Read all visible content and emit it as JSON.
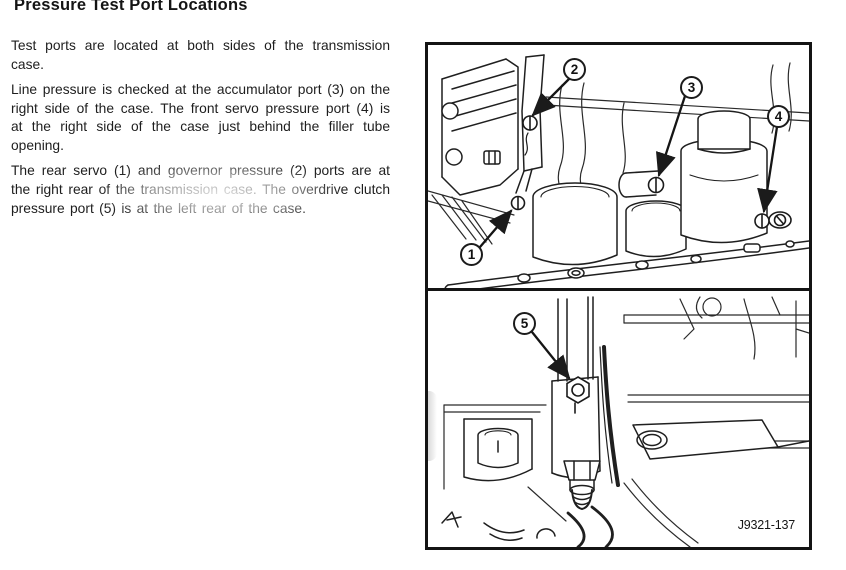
{
  "document": {
    "heading": "Pressure Test Port Locations",
    "paragraphs": [
      "Test ports are located at both sides of the transmis­sion case.",
      "Line pressure is checked at the accumulator port (3) on the right side of the case. The front servo pressure port (4) is at the right side of the case just behind the filler tube opening.",
      "The rear servo (1) and governor pressure (2) ports are at the right rear of the transmission case. The over­drive clutch pressure port (5) is at the left rear of the case."
    ]
  },
  "figure": {
    "code": "J9321-137",
    "callouts": [
      "1",
      "2",
      "3",
      "4",
      "5"
    ]
  },
  "colors": {
    "ink": "#1b1b1b",
    "paper": "#ffffff"
  }
}
